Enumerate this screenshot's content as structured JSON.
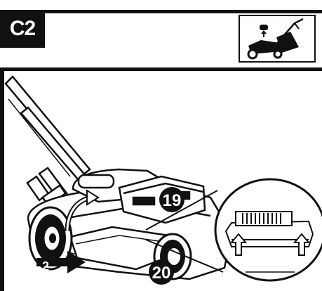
{
  "step": {
    "label": "C2"
  },
  "callouts": {
    "push_step": "2",
    "part_19": "19",
    "part_20": "20"
  },
  "icons": {
    "mode_icon": "mower-with-grass-bag-icon"
  }
}
